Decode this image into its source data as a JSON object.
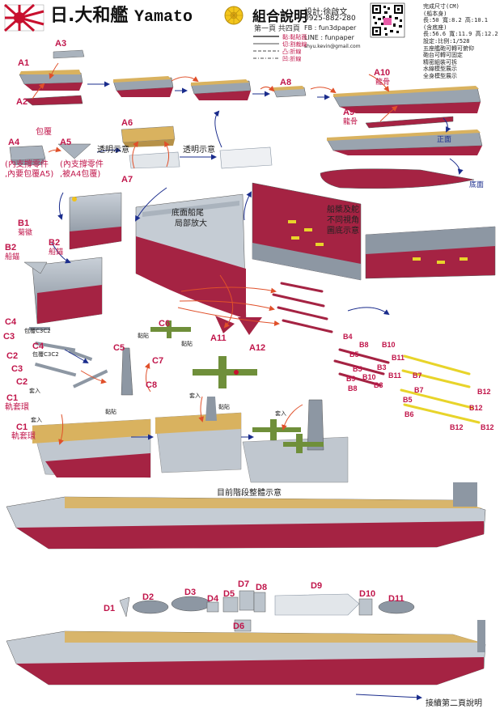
{
  "header": {
    "title_zh": "日.大和艦",
    "title_en": "Yamato",
    "assembly_title": "組合說明",
    "page_info": "第一頁 共四頁",
    "designer": "設計:徐啟文",
    "phone": "0925-882-280",
    "fb": "FB : fun3dpaper",
    "line": "LINE : funpaper",
    "email": "shyu.kevin@gmail.com",
    "legend": {
      "glue": "黏:黏貼面",
      "cut": "切:割裁線",
      "mountain": "凸:折線",
      "valley": "凹:折線"
    }
  },
  "spec": [
    "完成尺寸(CM)",
    "(船本身)",
    "長:50  寬:8.2  高:10.1",
    "(含底座)",
    "長:56.6 寬:11.9 高:12.2",
    "設定:比例:1/528",
    "五座艦砲可轉可俯仰",
    "砲台可轉可固定",
    "精密組裝可拆",
    "水線模型展示",
    "全身模型展示"
  ],
  "labels": {
    "A1": "A1",
    "A2": "A2",
    "A3": "A3",
    "A4": "A4",
    "A5": "A5",
    "A6": "A6",
    "A7": "A7",
    "A8": "A8",
    "A9": "A9",
    "A10": "A10",
    "A11": "A11",
    "A12": "A12",
    "B1": "B1",
    "B2a": "B2",
    "B2b": "B2",
    "B3a": "B3",
    "B3b": "B3",
    "B4": "B4",
    "B5a": "B5",
    "B5b": "B5",
    "B5c": "B5",
    "B6": "B6",
    "B7a": "B7",
    "B7b": "B7",
    "B8a": "B8",
    "B8b": "B8",
    "B9": "B9",
    "B10a": "B10",
    "B10b": "B10",
    "B11a": "B11",
    "B11b": "B11",
    "B12a": "B12",
    "B12b": "B12",
    "B12c": "B12",
    "B12d": "B12",
    "C1a": "C1",
    "C1b": "C1",
    "C2a": "C2",
    "C2b": "C2",
    "C3a": "C3",
    "C3b": "C3",
    "C4a": "C4",
    "C4b": "C4",
    "C5": "C5",
    "C6": "C6",
    "C7": "C7",
    "C8": "C8",
    "D1": "D1",
    "D2": "D2",
    "D3": "D3",
    "D4": "D4",
    "D5": "D5",
    "D6": "D6",
    "D7": "D7",
    "D8": "D8",
    "D9": "D9",
    "D10": "D10",
    "D11": "D11"
  },
  "notes": {
    "wrap": "包覆",
    "a4_note_1": "(內支撐零件",
    "a4_note_2": ",內要包覆A5)",
    "a5_note_1": "(內支撐零件",
    "a5_note_2": ",被A4包覆)",
    "transparent_1": "透明示意",
    "transparent_2": "透明示意",
    "keel_1": "龍骨",
    "keel_2": "龍骨",
    "front": "正面",
    "bottom": "底面",
    "stern_zoom_1": "底面船尾",
    "stern_zoom_2": "局部放大",
    "rudder_1": "船槳及舵",
    "rudder_2": "不同視角",
    "rudder_3": "圖底示意",
    "chrysanthemum": "菊徽",
    "anchor_1": "船錨",
    "anchor_2": "船錨",
    "c4_note": "包覆C3C2",
    "c4_note_2": "包覆C3C2",
    "insert_1": "套入",
    "insert_2": "套入",
    "insert_3": "套入",
    "insert_4": "套入",
    "rail_1": "軌套環",
    "rail_2": "軌套環",
    "glue_1": "黏貼",
    "glue_2": "黏貼",
    "glue_3": "黏貼",
    "glue_4": "黏貼",
    "current_stage": "目前階段整體示意",
    "continue": "接續第二頁說明"
  },
  "colors": {
    "hull_red": "#a52343",
    "hull_grey": "#8d97a3",
    "deck_tan": "#d9b25f",
    "label_red": "#c0154a",
    "note_blue": "#1a2c8c",
    "aircraft_green": "#6f8f3a"
  }
}
